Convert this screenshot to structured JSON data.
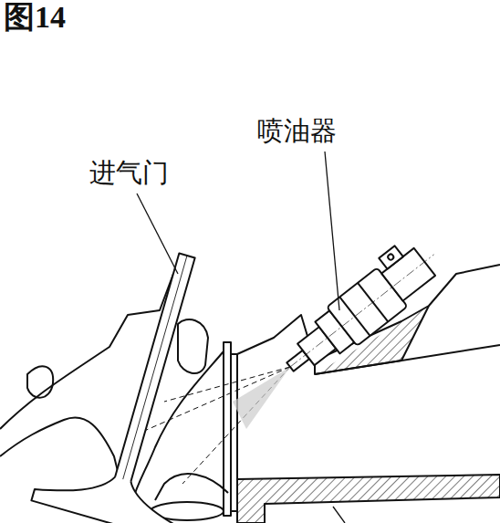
{
  "diagram": {
    "title": "图14",
    "labels": [
      "进气门",
      "喷油器"
    ]
  }
}
